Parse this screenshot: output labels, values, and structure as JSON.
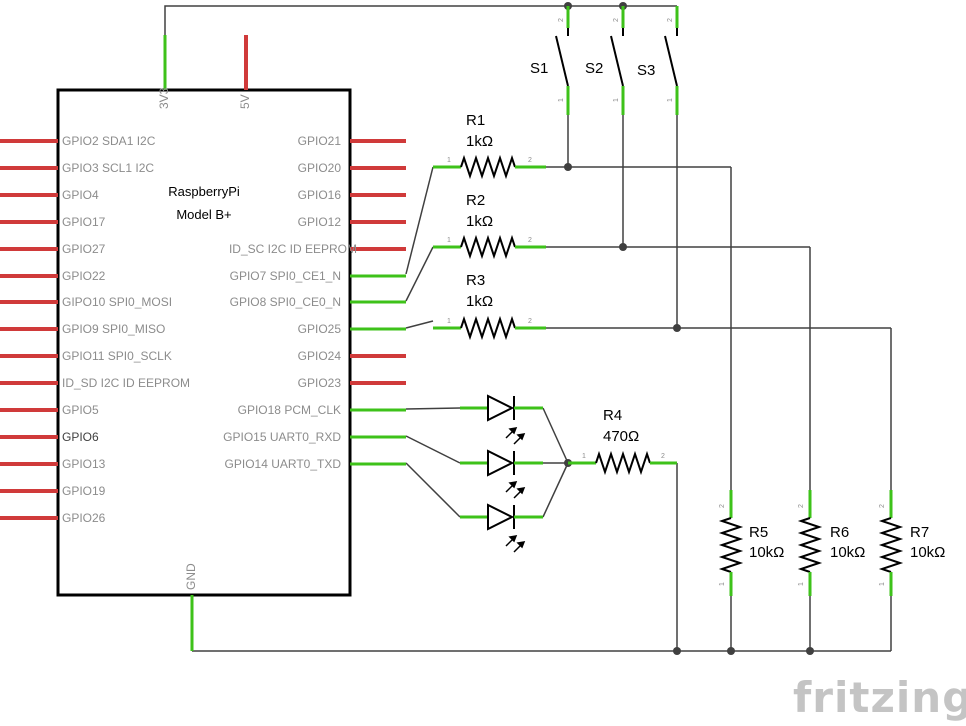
{
  "board": {
    "title_line1": "RaspberryPi",
    "title_line2": "Model B+",
    "top_pins": [
      "3V3",
      "5V"
    ],
    "bottom_pin": "GND",
    "left_pins": [
      "GPIO2 SDA1 I2C",
      "GPIO3 SCL1 I2C",
      "GPIO4",
      "GPIO17",
      "GPIO27",
      "GPIO22",
      "GIPO10 SPI0_MOSI",
      "GPIO9 SPI0_MISO",
      "GPIO11 SPI0_SCLK",
      "ID_SD I2C ID EEPROM",
      "GPIO5",
      "GPIO6",
      "GPIO13",
      "GPIO19",
      "GPIO26"
    ],
    "right_pins": [
      "GPIO21",
      "GPIO20",
      "GPIO16",
      "GPIO12",
      "ID_SC I2C ID EEPROM",
      "GPIO7 SPI0_CE1_N",
      "GPIO8 SPI0_CE0_N",
      "GPIO25",
      "GPIO24",
      "GPIO23",
      "GPIO18 PCM_CLK",
      "GPIO15 UART0_RXD",
      "GPIO14 UART0_TXD"
    ]
  },
  "switches": [
    {
      "name": "S1",
      "pin_top": "2",
      "pin_bottom": "1"
    },
    {
      "name": "S2",
      "pin_top": "2",
      "pin_bottom": "1"
    },
    {
      "name": "S3",
      "pin_top": "2",
      "pin_bottom": "1"
    }
  ],
  "resistors": {
    "R1": {
      "name": "R1",
      "value": "1kΩ"
    },
    "R2": {
      "name": "R2",
      "value": "1kΩ"
    },
    "R3": {
      "name": "R3",
      "value": "1kΩ"
    },
    "R4": {
      "name": "R4",
      "value": "470Ω"
    },
    "R5": {
      "name": "R5",
      "value": "10kΩ"
    },
    "R6": {
      "name": "R6",
      "value": "10kΩ"
    },
    "R7": {
      "name": "R7",
      "value": "10kΩ"
    }
  },
  "pin_numbers": {
    "one": "1",
    "two": "2"
  },
  "watermark": "fritzing",
  "colors": {
    "connected_pin": "#3ec21a",
    "unconnected_pin": "#d03a3a",
    "wire": "#404040"
  }
}
